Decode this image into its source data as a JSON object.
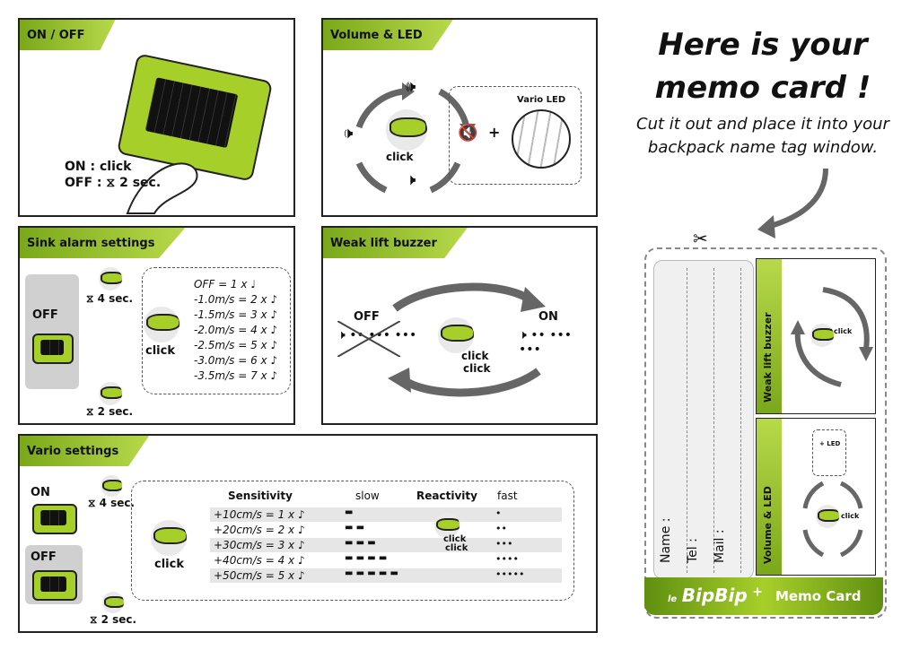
{
  "onoff": {
    "title": "ON / OFF",
    "line1": "ON : click",
    "line2": "OFF : ⧖ 2 sec."
  },
  "volume": {
    "title": "Volume & LED",
    "click": "click",
    "plus": "+",
    "vario_led": "Vario LED"
  },
  "sink": {
    "title": "Sink alarm settings",
    "off_label": "OFF",
    "hold4": "⧖ 4 sec.",
    "hold2": "⧖ 2 sec.",
    "click": "click",
    "settings": [
      "OFF = 1 x ♩",
      "-1.0m/s = 2 x ♪",
      "-1.5m/s = 3 x ♪",
      "-2.0m/s = 4 x ♪",
      "-2.5m/s = 5 x ♪",
      "-3.0m/s = 6 x ♪",
      "-3.5m/s = 7 x ♪"
    ]
  },
  "weak": {
    "title": "Weak lift buzzer",
    "off": "OFF",
    "on": "ON",
    "click1": "click",
    "click2": "click"
  },
  "vario": {
    "title": "Vario settings",
    "on_label": "ON",
    "off_label": "OFF",
    "hold4": "⧖ 4 sec.",
    "hold2": "⧖ 2 sec.",
    "click": "click",
    "col_sensitivity": "Sensitivity",
    "col_slow": "slow",
    "col_reactivity": "Reactivity",
    "col_fast": "fast",
    "click_a": "click",
    "click_b": "click",
    "rows": [
      {
        "sens": "+10cm/s = 1 x ♪",
        "slow": "▬",
        "fast": "•"
      },
      {
        "sens": "+20cm/s = 2 x ♪",
        "slow": "▬ ▬",
        "fast": "••"
      },
      {
        "sens": "+30cm/s = 3 x ♪",
        "slow": "▬ ▬ ▬",
        "fast": "•••"
      },
      {
        "sens": "+40cm/s = 4 x ♪",
        "slow": "▬ ▬ ▬ ▬",
        "fast": "••••"
      },
      {
        "sens": "+50cm/s = 5 x ♪",
        "slow": "▬ ▬ ▬ ▬ ▬",
        "fast": "•••••"
      }
    ]
  },
  "intro": {
    "line1": "Here is your",
    "line2": "memo card !",
    "sub1": "Cut it out and place it into your",
    "sub2": "backpack name tag window."
  },
  "card": {
    "name": "Name :",
    "tel": "Tel :",
    "mail": "Mail :",
    "weak_title": "Weak lift buzzer",
    "vol_title": "Volume & LED",
    "click": "click",
    "plus_led": "+ LED",
    "brand_le": "le",
    "brand_name": "BipBip",
    "brand_plus": "+",
    "memo_label": "Memo Card"
  },
  "colors": {
    "accent": "#a7cf2a",
    "dark_accent": "#5f8f10",
    "arrow": "#666666"
  }
}
